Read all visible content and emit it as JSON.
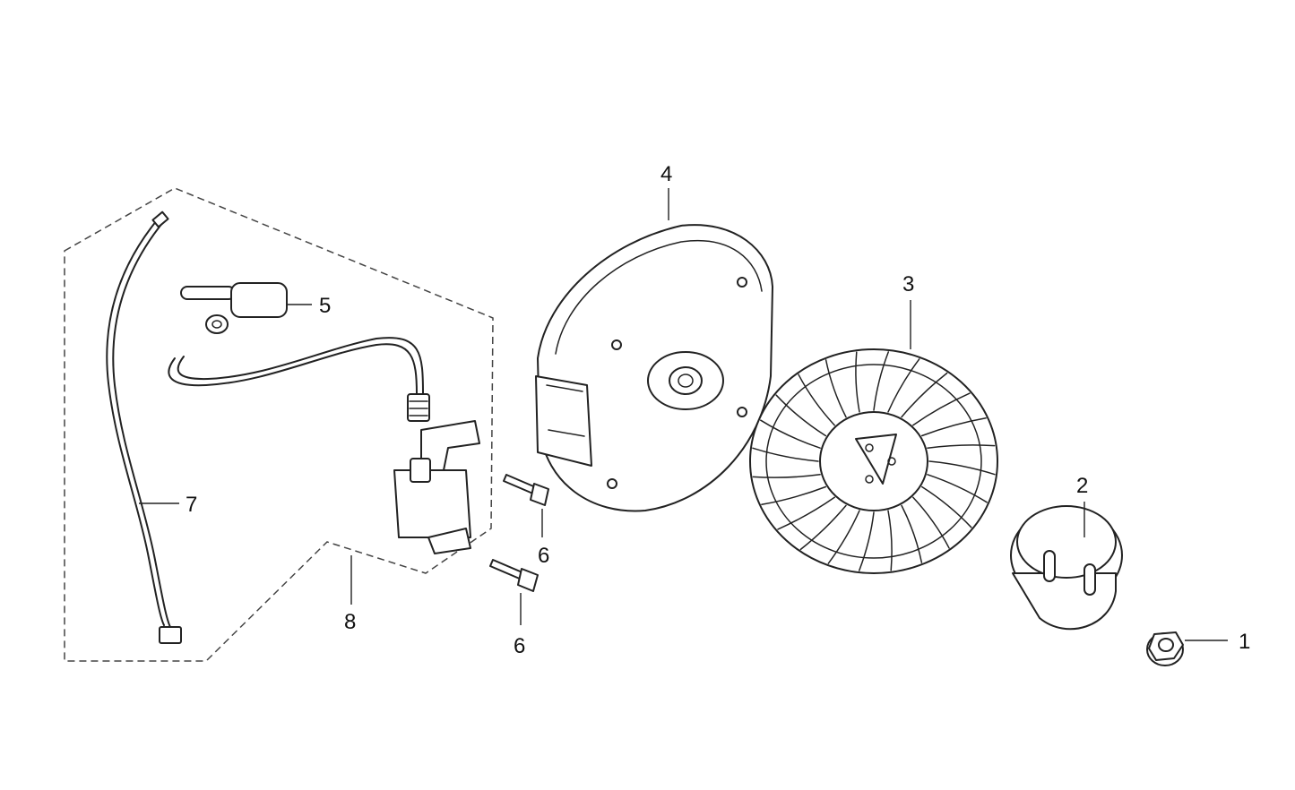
{
  "diagram": {
    "callouts": [
      {
        "id": "c1",
        "label": "1"
      },
      {
        "id": "c2",
        "label": "2"
      },
      {
        "id": "c3",
        "label": "3"
      },
      {
        "id": "c4",
        "label": "4"
      },
      {
        "id": "c5",
        "label": "5"
      },
      {
        "id": "c6a",
        "label": "6"
      },
      {
        "id": "c6b",
        "label": "6"
      },
      {
        "id": "c7",
        "label": "7"
      },
      {
        "id": "c8",
        "label": "8"
      }
    ]
  }
}
